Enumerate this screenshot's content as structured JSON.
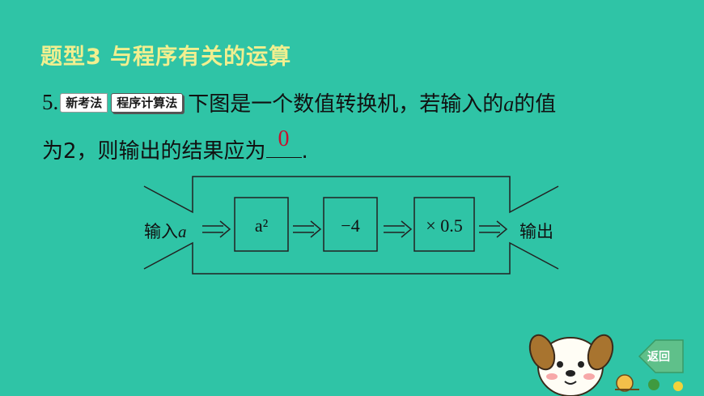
{
  "heading": "题型3  与程序有关的运算",
  "question": {
    "number": "5.",
    "tag_new": "新考法",
    "tag_topic": "程序计算法",
    "line1_text": "下图是一个数值转换机，若输入的",
    "line1_var": "a",
    "line1_end": "的值",
    "line2_start": "为2，则输出的结果应为",
    "line2_end": ".",
    "answer": "0"
  },
  "diagram": {
    "input_label": "输入",
    "input_var": "a",
    "boxes": [
      "a²",
      "−4",
      "× 0.5"
    ],
    "output_label": "输出"
  },
  "nav": {
    "back_label": "返回"
  },
  "colors": {
    "background": "#2fc4a6",
    "heading": "#f1ef8f",
    "answer": "#c8102e"
  }
}
